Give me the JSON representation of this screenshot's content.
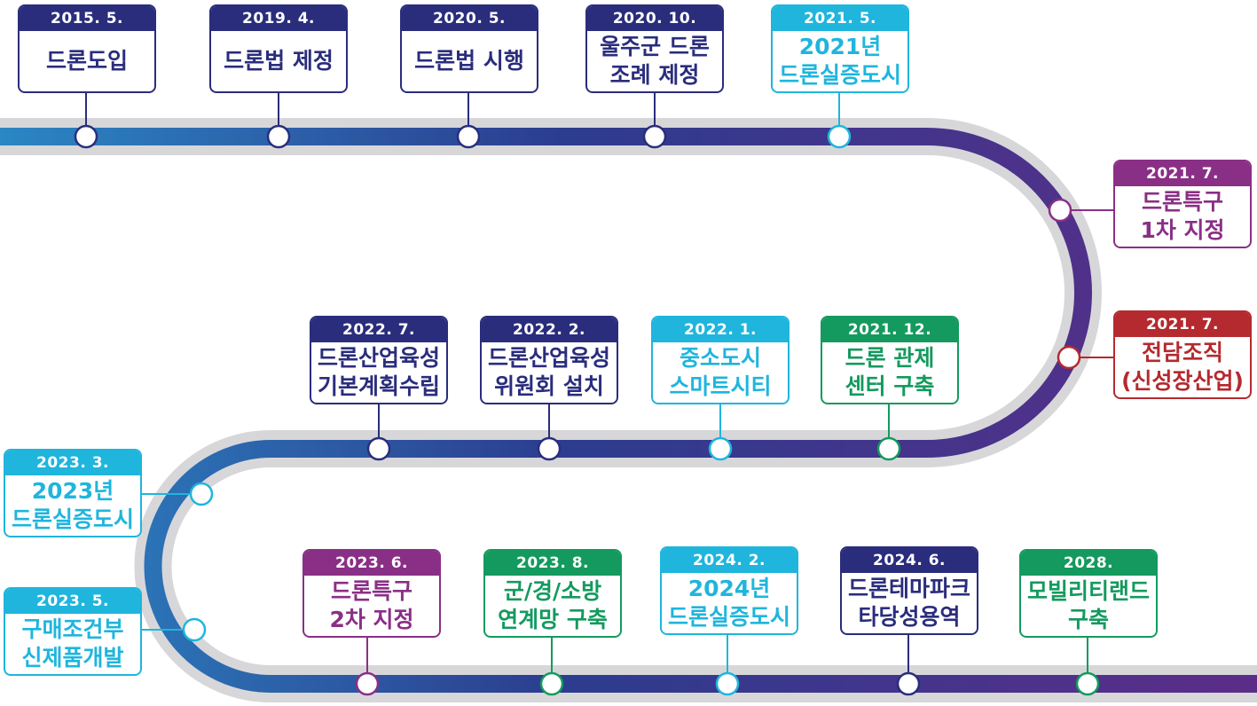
{
  "colors": {
    "navy": "#2a2d7c",
    "cyan": "#1fb5dd",
    "purple": "#8a2f86",
    "green": "#149a5e",
    "red": "#b42a2f",
    "road_blue": "#2a7ab8",
    "road_purple": "#5b2f86",
    "road_shadow": "#d7d7da"
  },
  "milestones": [
    {
      "date": "2015. 5.",
      "lines": [
        "드론도입"
      ],
      "color": "navy"
    },
    {
      "date": "2019. 4.",
      "lines": [
        "드론법 제정"
      ],
      "color": "navy"
    },
    {
      "date": "2020. 5.",
      "lines": [
        "드론법 시행"
      ],
      "color": "navy"
    },
    {
      "date": "2020. 10.",
      "lines": [
        "울주군 드론",
        "조례 제정"
      ],
      "color": "navy"
    },
    {
      "date": "2021. 5.",
      "lines": [
        "2021년",
        "드론실증도시"
      ],
      "color": "cyan"
    },
    {
      "date": "2021. 7.",
      "lines": [
        "드론특구",
        "1차 지정"
      ],
      "color": "purple"
    },
    {
      "date": "2021. 7.",
      "lines": [
        "전담조직",
        "(신성장산업)"
      ],
      "color": "red"
    },
    {
      "date": "2021. 12.",
      "lines": [
        "드론 관제",
        "센터 구축"
      ],
      "color": "green"
    },
    {
      "date": "2022. 1.",
      "lines": [
        "중소도시",
        "스마트시티"
      ],
      "color": "cyan"
    },
    {
      "date": "2022. 2.",
      "lines": [
        "드론산업육성",
        "위원회 설치"
      ],
      "color": "navy"
    },
    {
      "date": "2022. 7.",
      "lines": [
        "드론산업육성",
        "기본계획수립"
      ],
      "color": "navy"
    },
    {
      "date": "2023. 3.",
      "lines": [
        "2023년",
        "드론실증도시"
      ],
      "color": "cyan"
    },
    {
      "date": "2023. 5.",
      "lines": [
        "구매조건부",
        "신제품개발"
      ],
      "color": "cyan"
    },
    {
      "date": "2023. 6.",
      "lines": [
        "드론특구",
        "2차 지정"
      ],
      "color": "purple"
    },
    {
      "date": "2023. 8.",
      "lines": [
        "군/경/소방",
        "연계망 구축"
      ],
      "color": "green"
    },
    {
      "date": "2024. 2.",
      "lines": [
        "2024년",
        "드론실증도시"
      ],
      "color": "cyan"
    },
    {
      "date": "2024. 6.",
      "lines": [
        "드론테마파크",
        "타당성용역"
      ],
      "color": "navy"
    },
    {
      "date": "2028.",
      "lines": [
        "모빌리티랜드",
        "구축"
      ],
      "color": "green"
    }
  ]
}
